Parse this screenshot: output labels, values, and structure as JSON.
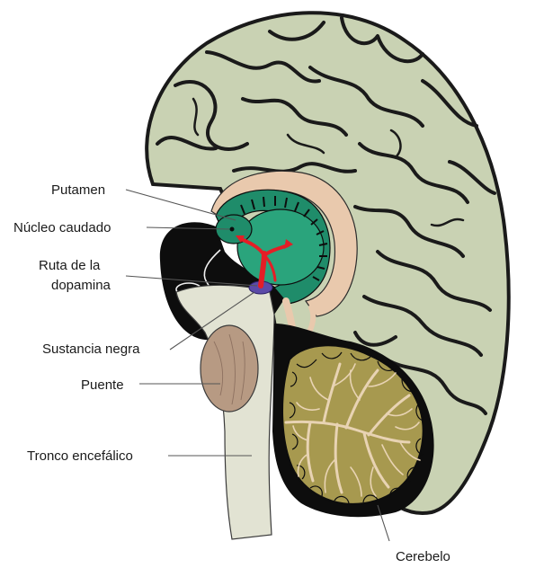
{
  "labels": {
    "putamen": "Putamen",
    "nucleo_caudado": "Núcleo caudado",
    "ruta_line1": "Ruta de la",
    "ruta_line2": "dopamina",
    "sustancia_negra": "Sustancia negra",
    "puente": "Puente",
    "tronco": "Tronco encefálico",
    "cerebelo": "Cerebelo"
  },
  "colors": {
    "cortex": "#c9d2b3",
    "cortex_outline": "#1a1a1a",
    "corpus_callosum": "#e9c9ad",
    "basal_ganglia": "#1f8c6a",
    "basal_ganglia_light": "#2aa47c",
    "dopamine_pathway": "#e41e26",
    "substantia_nigra": "#5b4aa8",
    "pons": "#b79a83",
    "brainstem": "#e2e3d3",
    "cerebellum": "#a7994f"
  }
}
